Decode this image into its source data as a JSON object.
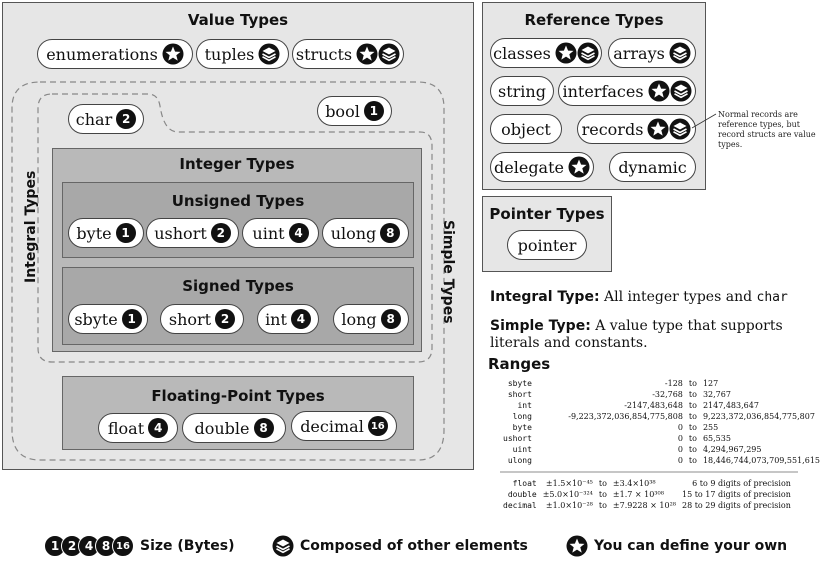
{
  "value_types": {
    "title": "Value Types",
    "items": [
      {
        "label": "enumerations"
      },
      {
        "label": "tuples"
      },
      {
        "label": "structs"
      }
    ],
    "char": {
      "label": "char",
      "size": "2"
    },
    "bool": {
      "label": "bool",
      "size": "1"
    },
    "integral_label": "Integral Types",
    "simple_label": "Simple Types",
    "integer": {
      "title": "Integer Types",
      "unsigned": {
        "title": "Unsigned Types",
        "items": [
          {
            "label": "byte",
            "size": "1"
          },
          {
            "label": "ushort",
            "size": "2"
          },
          {
            "label": "uint",
            "size": "4"
          },
          {
            "label": "ulong",
            "size": "8"
          }
        ]
      },
      "signed": {
        "title": "Signed Types",
        "items": [
          {
            "label": "sbyte",
            "size": "1"
          },
          {
            "label": "short",
            "size": "2"
          },
          {
            "label": "int",
            "size": "4"
          },
          {
            "label": "long",
            "size": "8"
          }
        ]
      }
    },
    "floating": {
      "title": "Floating-Point Types",
      "items": [
        {
          "label": "float",
          "size": "4"
        },
        {
          "label": "double",
          "size": "8"
        },
        {
          "label": "decimal",
          "size": "16"
        }
      ]
    }
  },
  "reference_types": {
    "title": "Reference Types",
    "items": [
      {
        "label": "classes"
      },
      {
        "label": "arrays"
      },
      {
        "label": "string"
      },
      {
        "label": "interfaces"
      },
      {
        "label": "object"
      },
      {
        "label": "records"
      },
      {
        "label": "delegate"
      },
      {
        "label": "dynamic"
      }
    ],
    "note": "Normal records are reference types, but record structs are value types."
  },
  "pointer_types": {
    "title": "Pointer Types",
    "items": [
      {
        "label": "pointer"
      }
    ]
  },
  "definitions": {
    "integral_term": "Integral Type:",
    "integral_text": "All integer types and",
    "integral_code": "char",
    "simple_term": "Simple Type:",
    "simple_text": "A value type that supports literals and constants."
  },
  "ranges": {
    "title": "Ranges",
    "integers": [
      {
        "name": "sbyte",
        "min": "-128",
        "to": "to",
        "max": "127"
      },
      {
        "name": "short",
        "min": "-32,768",
        "to": "to",
        "max": "32,767"
      },
      {
        "name": "int",
        "min": "-2147,483,648",
        "to": "to",
        "max": "2147,483,647"
      },
      {
        "name": "long",
        "min": "-9,223,372,036,854,775,808",
        "to": "to",
        "max": "9,223,372,036,854,775,807"
      },
      {
        "name": "byte",
        "min": "0",
        "to": "to",
        "max": "255"
      },
      {
        "name": "ushort",
        "min": "0",
        "to": "to",
        "max": "65,535"
      },
      {
        "name": "uint",
        "min": "0",
        "to": "to",
        "max": "4,294,967,295"
      },
      {
        "name": "ulong",
        "min": "0",
        "to": "to",
        "max": "18,446,744,073,709,551,615"
      }
    ],
    "floats": [
      {
        "name": "float",
        "min": "±1.5×10⁻⁴⁵",
        "to": "to",
        "max": "±3.4×10³⁸",
        "precision": "6 to 9 digits of precision"
      },
      {
        "name": "double",
        "min": "±5.0×10⁻³²⁴",
        "to": "to",
        "max": "±1.7 × 10³⁰⁸",
        "precision": "15 to 17 digits of precision"
      },
      {
        "name": "decimal",
        "min": "±1.0×10⁻²⁸",
        "to": "to",
        "max": "±7.9228 × 10²⁸",
        "precision": "28 to 29 digits of precision"
      }
    ]
  },
  "legend": {
    "sizes": [
      "1",
      "2",
      "4",
      "8",
      "16"
    ],
    "size_label": "Size (Bytes)",
    "composed_label": "Composed of other elements",
    "define_label": "You can define your own"
  },
  "colors": {
    "panel": "#e6e6e6",
    "group": "#b9b9b9",
    "subgroup": "#a8a8a8",
    "badge": "#111111"
  }
}
